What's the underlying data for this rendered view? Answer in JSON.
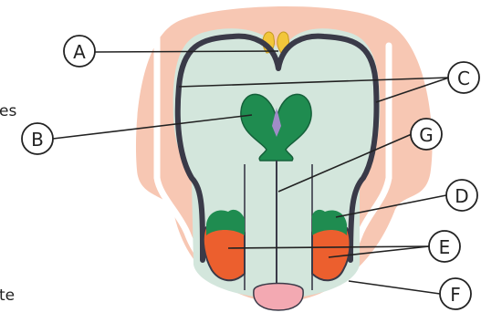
{
  "diagram": {
    "labels": {
      "A": "A",
      "B": "B",
      "C": "C",
      "D": "D",
      "E": "E",
      "F": "F",
      "G": "G"
    },
    "edge_text": {
      "top_left": "es",
      "bottom_left": "te"
    },
    "colors": {
      "outer_tissue": "#f7c7b3",
      "chamber_fill": "#d3e6dc",
      "outline": "#3a3a48",
      "green_organ": "#1f8c50",
      "orange_body": "#ec5f2e",
      "yellow_structure": "#f2c63a",
      "tip": "#f3a9b2"
    }
  }
}
